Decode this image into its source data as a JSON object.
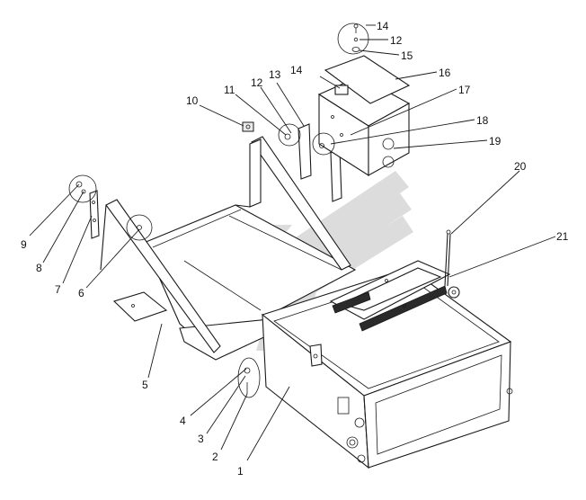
{
  "callouts": [
    {
      "id": "c1",
      "text": "1"
    },
    {
      "id": "c2",
      "text": "2"
    },
    {
      "id": "c3",
      "text": "3"
    },
    {
      "id": "c4",
      "text": "4"
    },
    {
      "id": "c5",
      "text": "5"
    },
    {
      "id": "c6",
      "text": "6"
    },
    {
      "id": "c7",
      "text": "7"
    },
    {
      "id": "c8",
      "text": "8"
    },
    {
      "id": "c9",
      "text": "9"
    },
    {
      "id": "c10",
      "text": "10"
    },
    {
      "id": "c11",
      "text": "11"
    },
    {
      "id": "c12a",
      "text": "12"
    },
    {
      "id": "c13",
      "text": "13"
    },
    {
      "id": "c14a",
      "text": "14"
    },
    {
      "id": "c14b",
      "text": "14"
    },
    {
      "id": "c12b",
      "text": "12"
    },
    {
      "id": "c15",
      "text": "15"
    },
    {
      "id": "c16",
      "text": "16"
    },
    {
      "id": "c17",
      "text": "17"
    },
    {
      "id": "c18",
      "text": "18"
    },
    {
      "id": "c19",
      "text": "19"
    },
    {
      "id": "c20",
      "text": "20"
    },
    {
      "id": "c21",
      "text": "21"
    }
  ],
  "colors": {
    "line": "#1a1a1a",
    "watermark": "#d6d6d6",
    "background": "#ffffff"
  }
}
